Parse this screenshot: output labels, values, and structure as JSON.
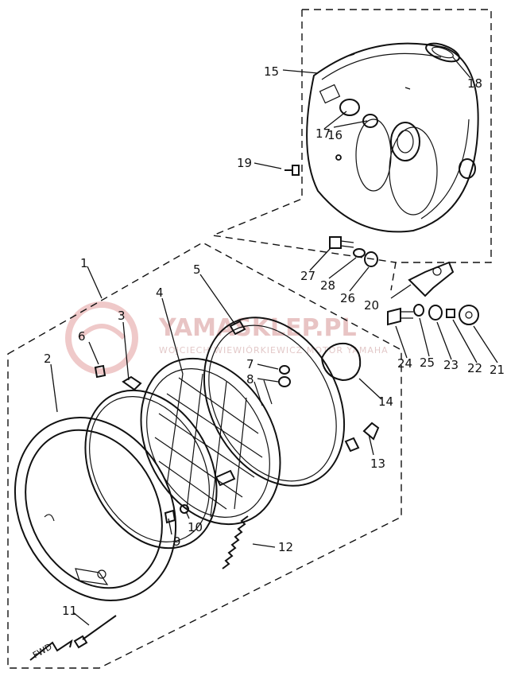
{
  "watermark": {
    "brand": "YAMASKLEP.PL",
    "tagline": "WOJCIECH WIEWIÓRKIEWICZ MOTOR YAMAHA"
  },
  "fwd_label": "FWD",
  "callouts": [
    "1",
    "2",
    "3",
    "4",
    "5",
    "6",
    "7",
    "8",
    "9",
    "10",
    "11",
    "12",
    "13",
    "14",
    "15",
    "16",
    "17",
    "18",
    "19",
    "20",
    "21",
    "22",
    "23",
    "24",
    "25",
    "26",
    "27",
    "28"
  ],
  "colors": {
    "ink": "#111111",
    "watermark": "#e8c4c4"
  }
}
